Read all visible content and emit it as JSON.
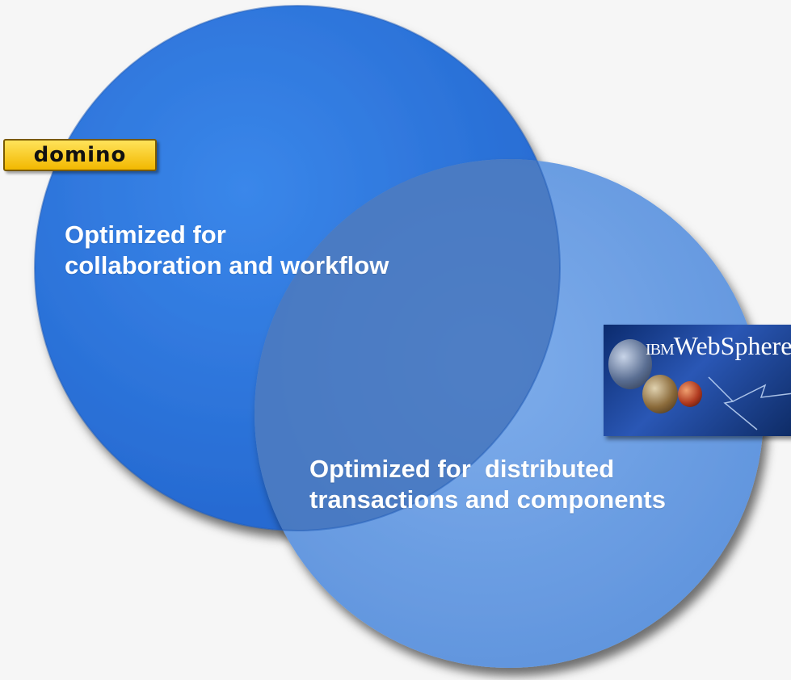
{
  "left_circle": {
    "logo_text": "domino",
    "label_lines": [
      "Optimized for",
      "collaboration and workflow"
    ],
    "color": "#2f7be0"
  },
  "right_circle": {
    "logo_text_prefix": "IBM",
    "logo_text": "WebSphere",
    "label_lines": [
      "Optimized for  distributed",
      "transactions and components"
    ],
    "color": "#6fa3e6"
  },
  "overlap_color": "#4d7fc6",
  "background_color": "#f6f6f6"
}
